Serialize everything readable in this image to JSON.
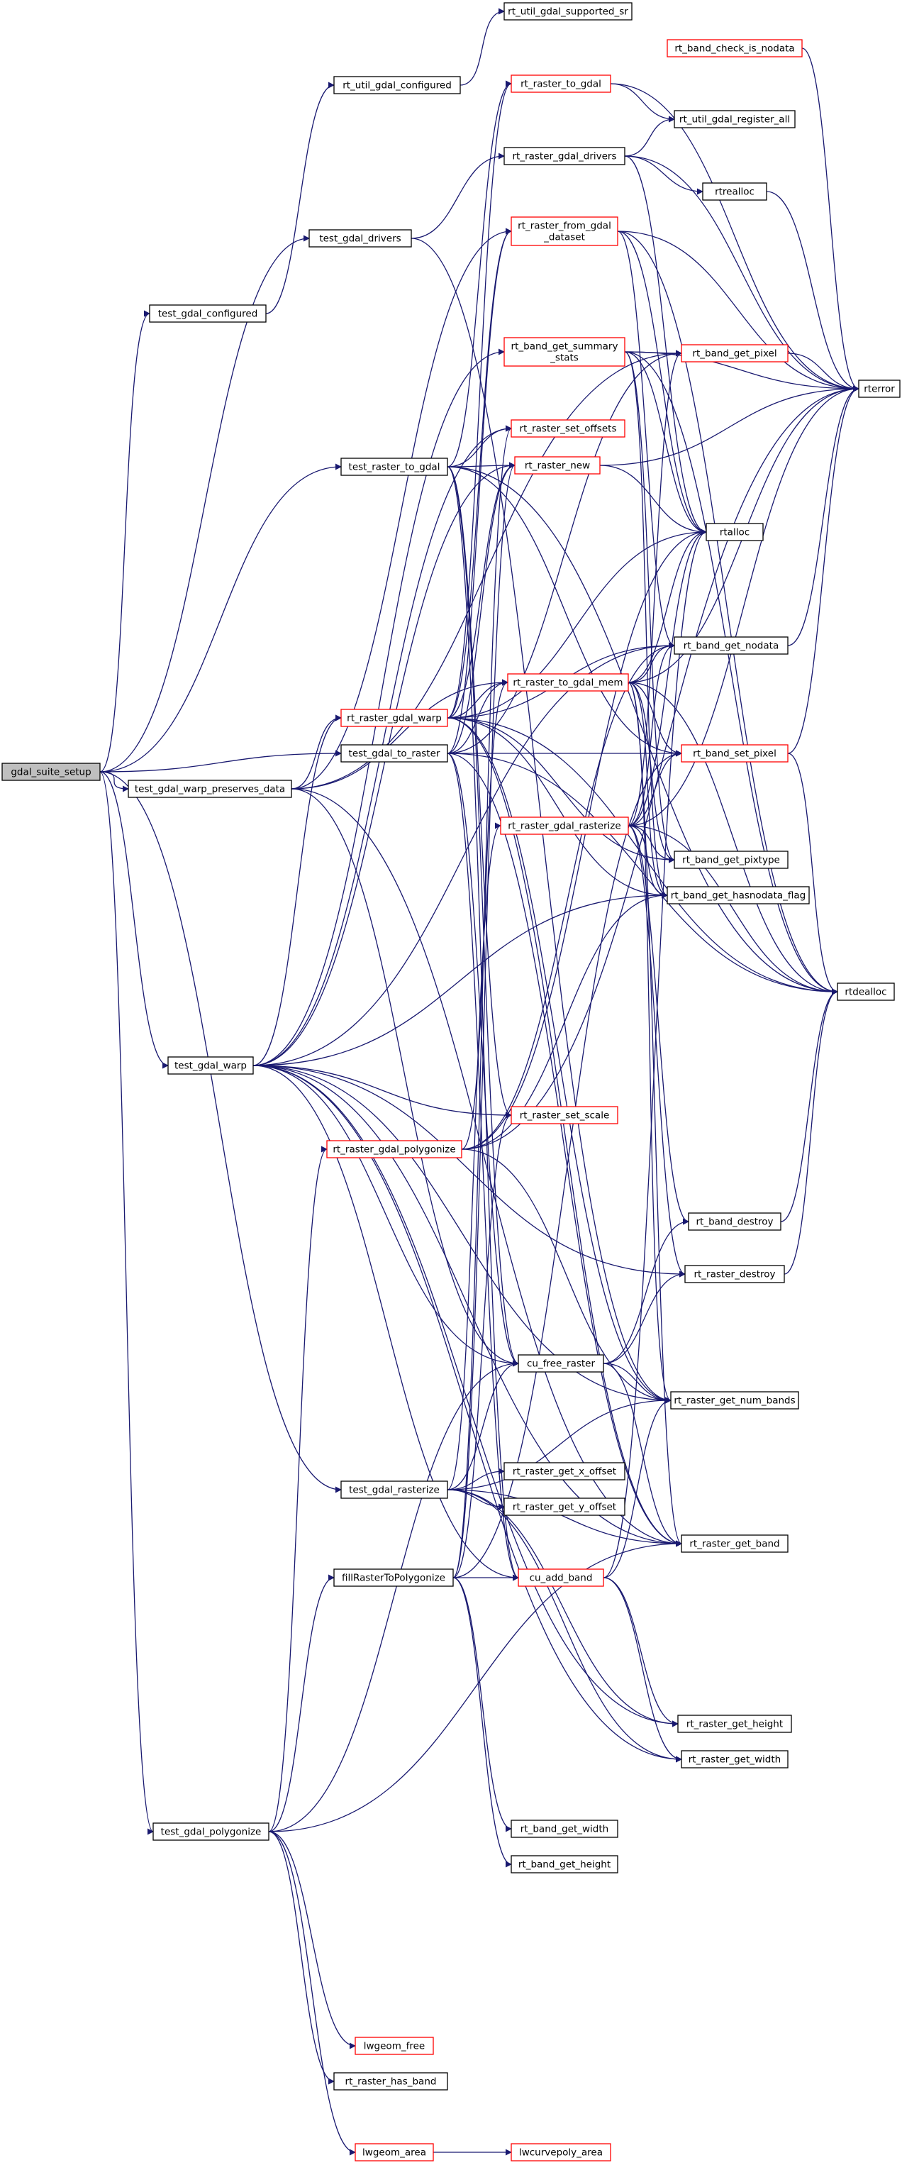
{
  "colors": {
    "edge": "#191970",
    "node_border": "#000000",
    "external_border": "#ff0000",
    "root_fill": "#bfbfbf",
    "node_fill": "#ffffff"
  },
  "nodes": [
    {
      "id": "gdal_suite_setup",
      "lines": [
        "gdal_suite_setup"
      ],
      "kind": "root"
    },
    {
      "id": "test_gdal_configured",
      "lines": [
        "test_gdal_configured"
      ],
      "kind": "normal"
    },
    {
      "id": "test_gdal_drivers",
      "lines": [
        "test_gdal_drivers"
      ],
      "kind": "normal"
    },
    {
      "id": "test_raster_to_gdal",
      "lines": [
        "test_raster_to_gdal"
      ],
      "kind": "normal"
    },
    {
      "id": "test_gdal_warp_preserves_data",
      "lines": [
        "test_gdal_warp_preserves_data"
      ],
      "kind": "normal"
    },
    {
      "id": "test_gdal_to_raster",
      "lines": [
        "test_gdal_to_raster"
      ],
      "kind": "normal"
    },
    {
      "id": "test_gdal_warp",
      "lines": [
        "test_gdal_warp"
      ],
      "kind": "normal"
    },
    {
      "id": "test_gdal_rasterize",
      "lines": [
        "test_gdal_rasterize"
      ],
      "kind": "normal"
    },
    {
      "id": "fillRasterToPolygonize",
      "lines": [
        "fillRasterToPolygonize"
      ],
      "kind": "normal"
    },
    {
      "id": "test_gdal_polygonize",
      "lines": [
        "test_gdal_polygonize"
      ],
      "kind": "normal"
    },
    {
      "id": "rt_util_gdal_configured",
      "lines": [
        "rt_util_gdal_configured"
      ],
      "kind": "normal"
    },
    {
      "id": "rt_raster_gdal_warp",
      "lines": [
        "rt_raster_gdal_warp"
      ],
      "kind": "external"
    },
    {
      "id": "rt_raster_gdal_polygonize",
      "lines": [
        "rt_raster_gdal_polygonize"
      ],
      "kind": "external"
    },
    {
      "id": "rt_util_gdal_supported_sr",
      "lines": [
        "rt_util_gdal_supported_sr"
      ],
      "kind": "normal"
    },
    {
      "id": "rt_raster_to_gdal",
      "lines": [
        "rt_raster_to_gdal"
      ],
      "kind": "external"
    },
    {
      "id": "rt_raster_gdal_drivers",
      "lines": [
        "rt_raster_gdal_drivers"
      ],
      "kind": "normal"
    },
    {
      "id": "rt_raster_from_gdal_dataset",
      "lines": [
        "rt_raster_from_gdal",
        "_dataset"
      ],
      "kind": "external"
    },
    {
      "id": "rt_band_get_summary_stats",
      "lines": [
        "rt_band_get_summary",
        "_stats"
      ],
      "kind": "external"
    },
    {
      "id": "rt_raster_set_offsets",
      "lines": [
        "rt_raster_set_offsets"
      ],
      "kind": "external"
    },
    {
      "id": "rt_raster_new",
      "lines": [
        "rt_raster_new"
      ],
      "kind": "external"
    },
    {
      "id": "rt_raster_to_gdal_mem",
      "lines": [
        "rt_raster_to_gdal_mem"
      ],
      "kind": "external"
    },
    {
      "id": "rt_raster_gdal_rasterize",
      "lines": [
        "rt_raster_gdal_rasterize"
      ],
      "kind": "external"
    },
    {
      "id": "rt_raster_set_scale",
      "lines": [
        "rt_raster_set_scale"
      ],
      "kind": "external"
    },
    {
      "id": "cu_free_raster",
      "lines": [
        "cu_free_raster"
      ],
      "kind": "normal"
    },
    {
      "id": "rt_raster_get_x_offset",
      "lines": [
        "rt_raster_get_x_offset"
      ],
      "kind": "normal"
    },
    {
      "id": "rt_raster_get_y_offset",
      "lines": [
        "rt_raster_get_y_offset"
      ],
      "kind": "normal"
    },
    {
      "id": "cu_add_band",
      "lines": [
        "cu_add_band"
      ],
      "kind": "external"
    },
    {
      "id": "rt_band_get_width",
      "lines": [
        "rt_band_get_width"
      ],
      "kind": "normal"
    },
    {
      "id": "rt_band_get_height",
      "lines": [
        "rt_band_get_height"
      ],
      "kind": "normal"
    },
    {
      "id": "lwgeom_free",
      "lines": [
        "lwgeom_free"
      ],
      "kind": "external"
    },
    {
      "id": "rt_raster_has_band",
      "lines": [
        "rt_raster_has_band"
      ],
      "kind": "normal"
    },
    {
      "id": "lwgeom_area",
      "lines": [
        "lwgeom_area"
      ],
      "kind": "external"
    },
    {
      "id": "rt_band_check_is_nodata",
      "lines": [
        "rt_band_check_is_nodata"
      ],
      "kind": "external"
    },
    {
      "id": "rt_util_gdal_register_all",
      "lines": [
        "rt_util_gdal_register_all"
      ],
      "kind": "normal"
    },
    {
      "id": "rtrealloc",
      "lines": [
        "rtrealloc"
      ],
      "kind": "normal"
    },
    {
      "id": "rt_band_get_pixel",
      "lines": [
        "rt_band_get_pixel"
      ],
      "kind": "external"
    },
    {
      "id": "rtalloc",
      "lines": [
        "rtalloc"
      ],
      "kind": "normal"
    },
    {
      "id": "rt_band_get_nodata",
      "lines": [
        "rt_band_get_nodata"
      ],
      "kind": "normal"
    },
    {
      "id": "rt_band_set_pixel",
      "lines": [
        "rt_band_set_pixel"
      ],
      "kind": "external"
    },
    {
      "id": "rt_band_get_pixtype",
      "lines": [
        "rt_band_get_pixtype"
      ],
      "kind": "normal"
    },
    {
      "id": "rt_band_get_hasnodata_flag",
      "lines": [
        "rt_band_get_hasnodata_flag"
      ],
      "kind": "normal"
    },
    {
      "id": "rt_band_destroy",
      "lines": [
        "rt_band_destroy"
      ],
      "kind": "normal"
    },
    {
      "id": "rt_raster_destroy",
      "lines": [
        "rt_raster_destroy"
      ],
      "kind": "normal"
    },
    {
      "id": "rt_raster_get_num_bands",
      "lines": [
        "rt_raster_get_num_bands"
      ],
      "kind": "normal"
    },
    {
      "id": "rt_raster_get_band",
      "lines": [
        "rt_raster_get_band"
      ],
      "kind": "normal"
    },
    {
      "id": "rt_raster_get_height",
      "lines": [
        "rt_raster_get_height"
      ],
      "kind": "normal"
    },
    {
      "id": "rt_raster_get_width",
      "lines": [
        "rt_raster_get_width"
      ],
      "kind": "normal"
    },
    {
      "id": "lwcurvepoly_area",
      "lines": [
        "lwcurvepoly_area"
      ],
      "kind": "external"
    },
    {
      "id": "rterror",
      "lines": [
        "rterror"
      ],
      "kind": "normal"
    },
    {
      "id": "rtdealloc",
      "lines": [
        "rtdealloc"
      ],
      "kind": "normal"
    }
  ],
  "edges": [
    [
      "gdal_suite_setup",
      "test_gdal_configured"
    ],
    [
      "gdal_suite_setup",
      "test_gdal_drivers"
    ],
    [
      "gdal_suite_setup",
      "test_raster_to_gdal"
    ],
    [
      "gdal_suite_setup",
      "test_gdal_warp_preserves_data"
    ],
    [
      "gdal_suite_setup",
      "test_gdal_to_raster"
    ],
    [
      "gdal_suite_setup",
      "test_gdal_warp"
    ],
    [
      "gdal_suite_setup",
      "test_gdal_rasterize"
    ],
    [
      "gdal_suite_setup",
      "test_gdal_polygonize"
    ],
    [
      "test_gdal_configured",
      "rt_util_gdal_configured"
    ],
    [
      "rt_util_gdal_configured",
      "rt_util_gdal_supported_sr"
    ],
    [
      "test_gdal_drivers",
      "rt_raster_gdal_drivers"
    ],
    [
      "test_gdal_drivers",
      "rt_raster_get_num_bands"
    ],
    [
      "rt_raster_gdal_drivers",
      "rt_util_gdal_register_all"
    ],
    [
      "rt_raster_gdal_drivers",
      "rtrealloc"
    ],
    [
      "rt_raster_gdal_drivers",
      "rterror"
    ],
    [
      "rt_raster_gdal_drivers",
      "rtalloc"
    ],
    [
      "test_raster_to_gdal",
      "rt_raster_to_gdal"
    ],
    [
      "test_raster_to_gdal",
      "rt_raster_new"
    ],
    [
      "test_raster_to_gdal",
      "rt_raster_set_offsets"
    ],
    [
      "test_raster_to_gdal",
      "rt_raster_set_scale"
    ],
    [
      "test_raster_to_gdal",
      "cu_add_band"
    ],
    [
      "test_raster_to_gdal",
      "rt_band_set_pixel"
    ],
    [
      "test_raster_to_gdal",
      "cu_free_raster"
    ],
    [
      "test_raster_to_gdal",
      "rtdealloc"
    ],
    [
      "rt_raster_to_gdal",
      "rt_util_gdal_register_all"
    ],
    [
      "rt_raster_to_gdal",
      "rterror"
    ],
    [
      "test_gdal_warp_preserves_data",
      "rt_raster_gdal_warp"
    ],
    [
      "test_gdal_warp_preserves_data",
      "rt_raster_from_gdal_dataset"
    ],
    [
      "test_gdal_warp_preserves_data",
      "rt_band_get_pixel"
    ],
    [
      "test_gdal_warp_preserves_data",
      "rt_raster_to_gdal_mem"
    ],
    [
      "test_gdal_warp_preserves_data",
      "rt_raster_get_band"
    ],
    [
      "test_gdal_warp_preserves_data",
      "cu_free_raster"
    ],
    [
      "test_gdal_to_raster",
      "rt_raster_new"
    ],
    [
      "test_gdal_to_raster",
      "rt_raster_to_gdal_mem"
    ],
    [
      "test_gdal_to_raster",
      "rt_raster_from_gdal_dataset"
    ],
    [
      "test_gdal_to_raster",
      "rt_band_set_pixel"
    ],
    [
      "test_gdal_to_raster",
      "rt_band_get_pixel"
    ],
    [
      "test_gdal_to_raster",
      "rt_raster_get_band"
    ],
    [
      "test_gdal_to_raster",
      "cu_add_band"
    ],
    [
      "test_gdal_to_raster",
      "cu_free_raster"
    ],
    [
      "test_gdal_to_raster",
      "rtdealloc"
    ],
    [
      "rt_raster_from_gdal_dataset",
      "rterror"
    ],
    [
      "rt_raster_from_gdal_dataset",
      "rtalloc"
    ],
    [
      "rt_raster_from_gdal_dataset",
      "rtdealloc"
    ],
    [
      "rt_raster_from_gdal_dataset",
      "rt_band_get_nodata"
    ],
    [
      "test_gdal_warp",
      "rt_raster_gdal_warp"
    ],
    [
      "test_gdal_warp",
      "rt_raster_new"
    ],
    [
      "test_gdal_warp",
      "rt_raster_set_offsets"
    ],
    [
      "test_gdal_warp",
      "rt_raster_set_scale"
    ],
    [
      "test_gdal_warp",
      "rt_band_get_summary_stats"
    ],
    [
      "test_gdal_warp",
      "cu_add_band"
    ],
    [
      "test_gdal_warp",
      "cu_free_raster"
    ],
    [
      "test_gdal_warp",
      "rt_raster_destroy"
    ],
    [
      "test_gdal_warp",
      "rt_band_get_nodata"
    ],
    [
      "test_gdal_warp",
      "rt_band_get_hasnodata_flag"
    ],
    [
      "test_gdal_warp",
      "rt_raster_get_num_bands"
    ],
    [
      "test_gdal_warp",
      "rt_raster_get_band"
    ],
    [
      "test_gdal_warp",
      "rt_raster_get_height"
    ],
    [
      "test_gdal_warp",
      "rt_raster_get_width"
    ],
    [
      "rt_band_get_summary_stats",
      "rt_band_get_pixel"
    ],
    [
      "rt_band_get_summary_stats",
      "rterror"
    ],
    [
      "rt_band_get_summary_stats",
      "rtalloc"
    ],
    [
      "rt_band_get_summary_stats",
      "rtdealloc"
    ],
    [
      "rt_band_get_summary_stats",
      "rt_band_get_hasnodata_flag"
    ],
    [
      "rt_band_get_summary_stats",
      "rt_band_get_pixtype"
    ],
    [
      "rt_band_get_pixel",
      "rterror"
    ],
    [
      "rt_raster_gdal_warp",
      "rt_raster_new"
    ],
    [
      "rt_raster_gdal_warp",
      "rt_raster_to_gdal_mem"
    ],
    [
      "rt_raster_gdal_warp",
      "rt_raster_from_gdal_dataset"
    ],
    [
      "rt_raster_gdal_warp",
      "rt_raster_to_gdal"
    ],
    [
      "rt_raster_gdal_warp",
      "rtalloc"
    ],
    [
      "rt_raster_gdal_warp",
      "rtdealloc"
    ],
    [
      "rt_raster_gdal_warp",
      "rt_band_get_nodata"
    ],
    [
      "rt_raster_gdal_warp",
      "rt_band_get_pixtype"
    ],
    [
      "rt_raster_gdal_warp",
      "rt_band_get_hasnodata_flag"
    ],
    [
      "rt_raster_gdal_warp",
      "rt_raster_get_num_bands"
    ],
    [
      "rt_raster_gdal_warp",
      "rt_raster_get_band"
    ],
    [
      "rt_raster_new",
      "rterror"
    ],
    [
      "rt_raster_new",
      "rtalloc"
    ],
    [
      "rt_raster_to_gdal_mem",
      "rtalloc"
    ],
    [
      "rt_raster_to_gdal_mem",
      "rterror"
    ],
    [
      "rt_raster_to_gdal_mem",
      "rtdealloc"
    ],
    [
      "rt_raster_to_gdal_mem",
      "rt_band_get_nodata"
    ],
    [
      "rt_raster_to_gdal_mem",
      "rt_band_set_pixel"
    ],
    [
      "rt_raster_to_gdal_mem",
      "rt_band_get_pixtype"
    ],
    [
      "rt_raster_to_gdal_mem",
      "rt_band_get_hasnodata_flag"
    ],
    [
      "rt_raster_to_gdal_mem",
      "rt_raster_get_num_bands"
    ],
    [
      "rt_raster_to_gdal_mem",
      "rt_raster_get_band"
    ],
    [
      "rt_band_get_nodata",
      "rterror"
    ],
    [
      "rt_band_set_pixel",
      "rterror"
    ],
    [
      "rt_band_set_pixel",
      "rtdealloc"
    ],
    [
      "test_gdal_rasterize",
      "rt_raster_gdal_rasterize"
    ],
    [
      "test_gdal_rasterize",
      "rt_raster_get_x_offset"
    ],
    [
      "test_gdal_rasterize",
      "rt_raster_get_y_offset"
    ],
    [
      "test_gdal_rasterize",
      "rt_raster_get_num_bands"
    ],
    [
      "test_gdal_rasterize",
      "rt_raster_get_band"
    ],
    [
      "test_gdal_rasterize",
      "cu_free_raster"
    ],
    [
      "test_gdal_rasterize",
      "rt_raster_get_height"
    ],
    [
      "test_gdal_rasterize",
      "rt_raster_get_width"
    ],
    [
      "rt_raster_gdal_rasterize",
      "rtalloc"
    ],
    [
      "rt_raster_gdal_rasterize",
      "rterror"
    ],
    [
      "rt_raster_gdal_rasterize",
      "rtdealloc"
    ],
    [
      "rt_raster_gdal_rasterize",
      "rt_band_get_pixel"
    ],
    [
      "rt_raster_gdal_rasterize",
      "rt_band_set_pixel"
    ],
    [
      "rt_raster_gdal_rasterize",
      "rt_band_get_nodata"
    ],
    [
      "rt_raster_gdal_rasterize",
      "rt_band_get_pixtype"
    ],
    [
      "rt_raster_gdal_rasterize",
      "rt_band_get_hasnodata_flag"
    ],
    [
      "rt_raster_gdal_rasterize",
      "rt_band_destroy"
    ],
    [
      "rt_raster_gdal_rasterize",
      "rt_raster_destroy"
    ],
    [
      "test_gdal_polygonize",
      "fillRasterToPolygonize"
    ],
    [
      "test_gdal_polygonize",
      "rt_raster_gdal_polygonize"
    ],
    [
      "test_gdal_polygonize",
      "cu_free_raster"
    ],
    [
      "test_gdal_polygonize",
      "lwgeom_free"
    ],
    [
      "test_gdal_polygonize",
      "rt_raster_has_band"
    ],
    [
      "test_gdal_polygonize",
      "lwgeom_area"
    ],
    [
      "test_gdal_polygonize",
      "rt_raster_get_band"
    ],
    [
      "lwgeom_area",
      "lwcurvepoly_area"
    ],
    [
      "fillRasterToPolygonize",
      "rt_raster_new"
    ],
    [
      "fillRasterToPolygonize",
      "rt_raster_set_offsets"
    ],
    [
      "fillRasterToPolygonize",
      "rt_raster_set_scale"
    ],
    [
      "fillRasterToPolygonize",
      "cu_add_band"
    ],
    [
      "fillRasterToPolygonize",
      "rt_band_set_pixel"
    ],
    [
      "fillRasterToPolygonize",
      "rt_band_get_width"
    ],
    [
      "fillRasterToPolygonize",
      "rt_band_get_height"
    ],
    [
      "rt_raster_gdal_polygonize",
      "rt_raster_to_gdal_mem"
    ],
    [
      "rt_raster_gdal_polygonize",
      "rt_band_get_nodata"
    ],
    [
      "rt_raster_gdal_polygonize",
      "rt_band_get_hasnodata_flag"
    ],
    [
      "rt_raster_gdal_polygonize",
      "rtalloc"
    ],
    [
      "rt_raster_gdal_polygonize",
      "rterror"
    ],
    [
      "rt_raster_gdal_polygonize",
      "rt_raster_get_num_bands"
    ],
    [
      "cu_free_raster",
      "rt_band_destroy"
    ],
    [
      "cu_free_raster",
      "rt_raster_destroy"
    ],
    [
      "cu_free_raster",
      "rt_raster_get_num_bands"
    ],
    [
      "cu_free_raster",
      "rt_raster_get_band"
    ],
    [
      "cu_add_band",
      "rt_raster_get_height"
    ],
    [
      "cu_add_band",
      "rt_raster_get_width"
    ],
    [
      "cu_add_band",
      "rt_raster_get_num_bands"
    ],
    [
      "cu_add_band",
      "rtalloc"
    ],
    [
      "rt_band_check_is_nodata",
      "rterror"
    ],
    [
      "rt_band_destroy",
      "rtdealloc"
    ],
    [
      "rt_raster_destroy",
      "rtdealloc"
    ],
    [
      "rtrealloc",
      "rterror"
    ]
  ]
}
